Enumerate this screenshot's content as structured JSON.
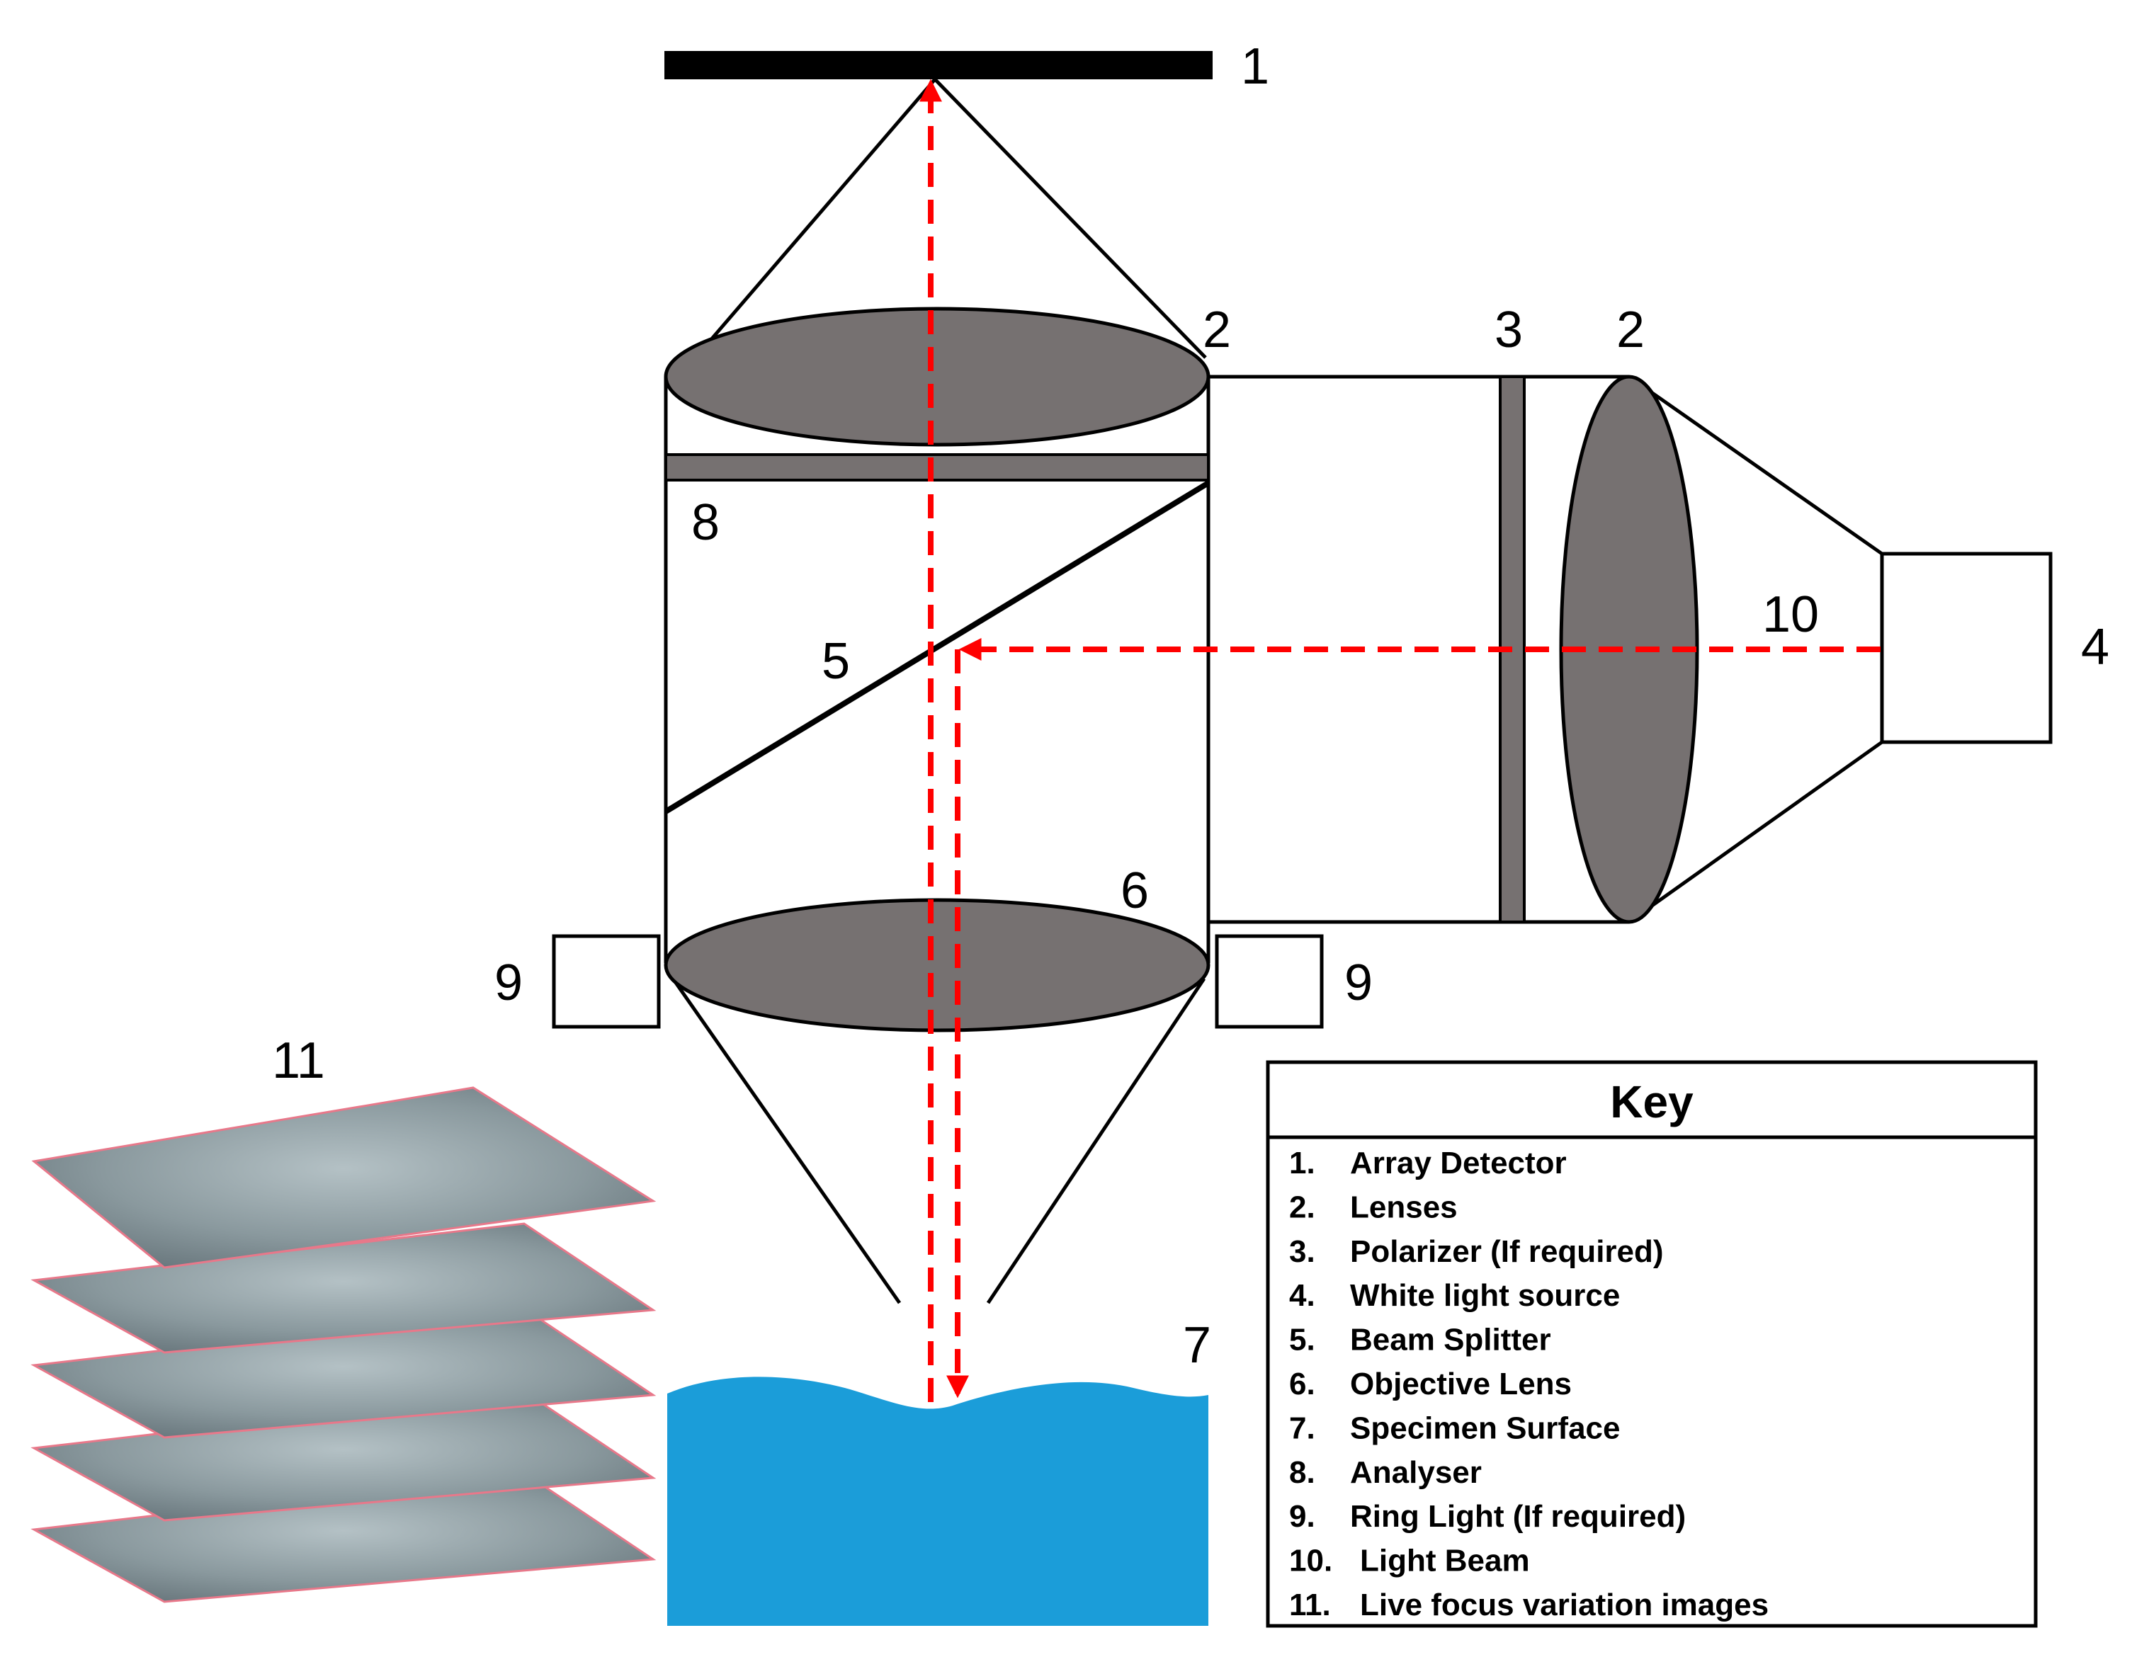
{
  "colors": {
    "lens": "#767171",
    "outline": "#000000",
    "beam": "#ff0000",
    "specimen": "#1b9dd9",
    "image_stack_fill": "#8f9ea3",
    "image_stack_edge": "#e8788a"
  },
  "labels": {
    "array_detector": "1",
    "lens_top": "2",
    "lens_side": "2",
    "polarizer": "3",
    "light_source": "4",
    "beam_splitter": "5",
    "objective_lens": "6",
    "specimen": "7",
    "analyser": "8",
    "ring_light_left": "9",
    "ring_light_right": "9",
    "light_beam": "10",
    "image_stack": "11"
  },
  "key": {
    "title": "Key",
    "items": [
      {
        "num": "1.",
        "text": "Array Detector"
      },
      {
        "num": "2.",
        "text": "Lenses"
      },
      {
        "num": "3.",
        "text": "Polarizer (If required)"
      },
      {
        "num": "4.",
        "text": "White light source"
      },
      {
        "num": "5.",
        "text": "Beam Splitter"
      },
      {
        "num": "6.",
        "text": "Objective Lens"
      },
      {
        "num": "7.",
        "text": "Specimen Surface"
      },
      {
        "num": "8.",
        "text": "Analyser"
      },
      {
        "num": "9.",
        "text": "Ring Light (If required)"
      },
      {
        "num": "10.",
        "text": "Light Beam"
      },
      {
        "num": "11.",
        "text": "Live focus variation images"
      }
    ]
  }
}
